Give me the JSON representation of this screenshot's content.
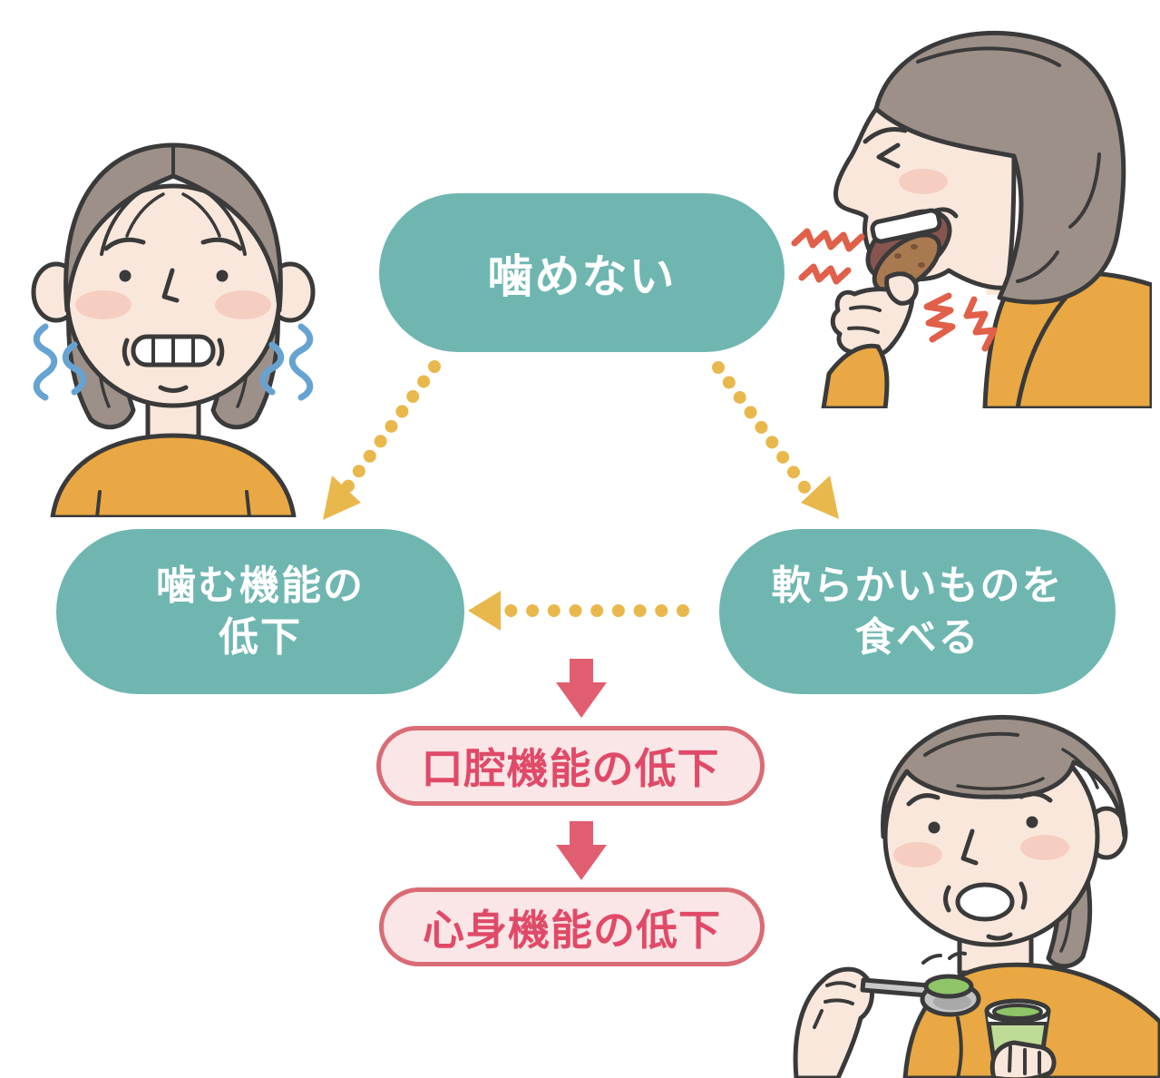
{
  "diagram": {
    "nodes": {
      "cannot_chew": {
        "label": "噛めない"
      },
      "chewing_function_decline": {
        "line1": "噛む機能の",
        "line2": "低下"
      },
      "eat_soft_foods": {
        "line1": "軟らかいものを",
        "line2": "食べる"
      },
      "oral_function_decline": {
        "label": "口腔機能の低下"
      },
      "mind_body_function_decline": {
        "label": "心身機能の低下"
      }
    },
    "arrows": {
      "top_to_left": "dotted-gold",
      "top_to_right": "dotted-gold",
      "right_to_left": "dotted-gold",
      "to_oral_decline": "solid-red-down",
      "to_mind_body_decline": "solid-red-down"
    }
  },
  "colors": {
    "teal": "#6FB6B1",
    "gold": "#E9B84C",
    "arrow_red": "#E05E70",
    "pink_fill": "#FAE6E6",
    "pink_border": "#D96B74",
    "pink_text": "#E04A68"
  },
  "illustrations": [
    {
      "name": "worried-woman",
      "description": "elderly woman with trembling jaw lines"
    },
    {
      "name": "woman-biting-hard-food",
      "description": "woman struggling to bite hard food"
    },
    {
      "name": "woman-eating-puree",
      "description": "woman eating soft puree with spoon and cup"
    }
  ]
}
